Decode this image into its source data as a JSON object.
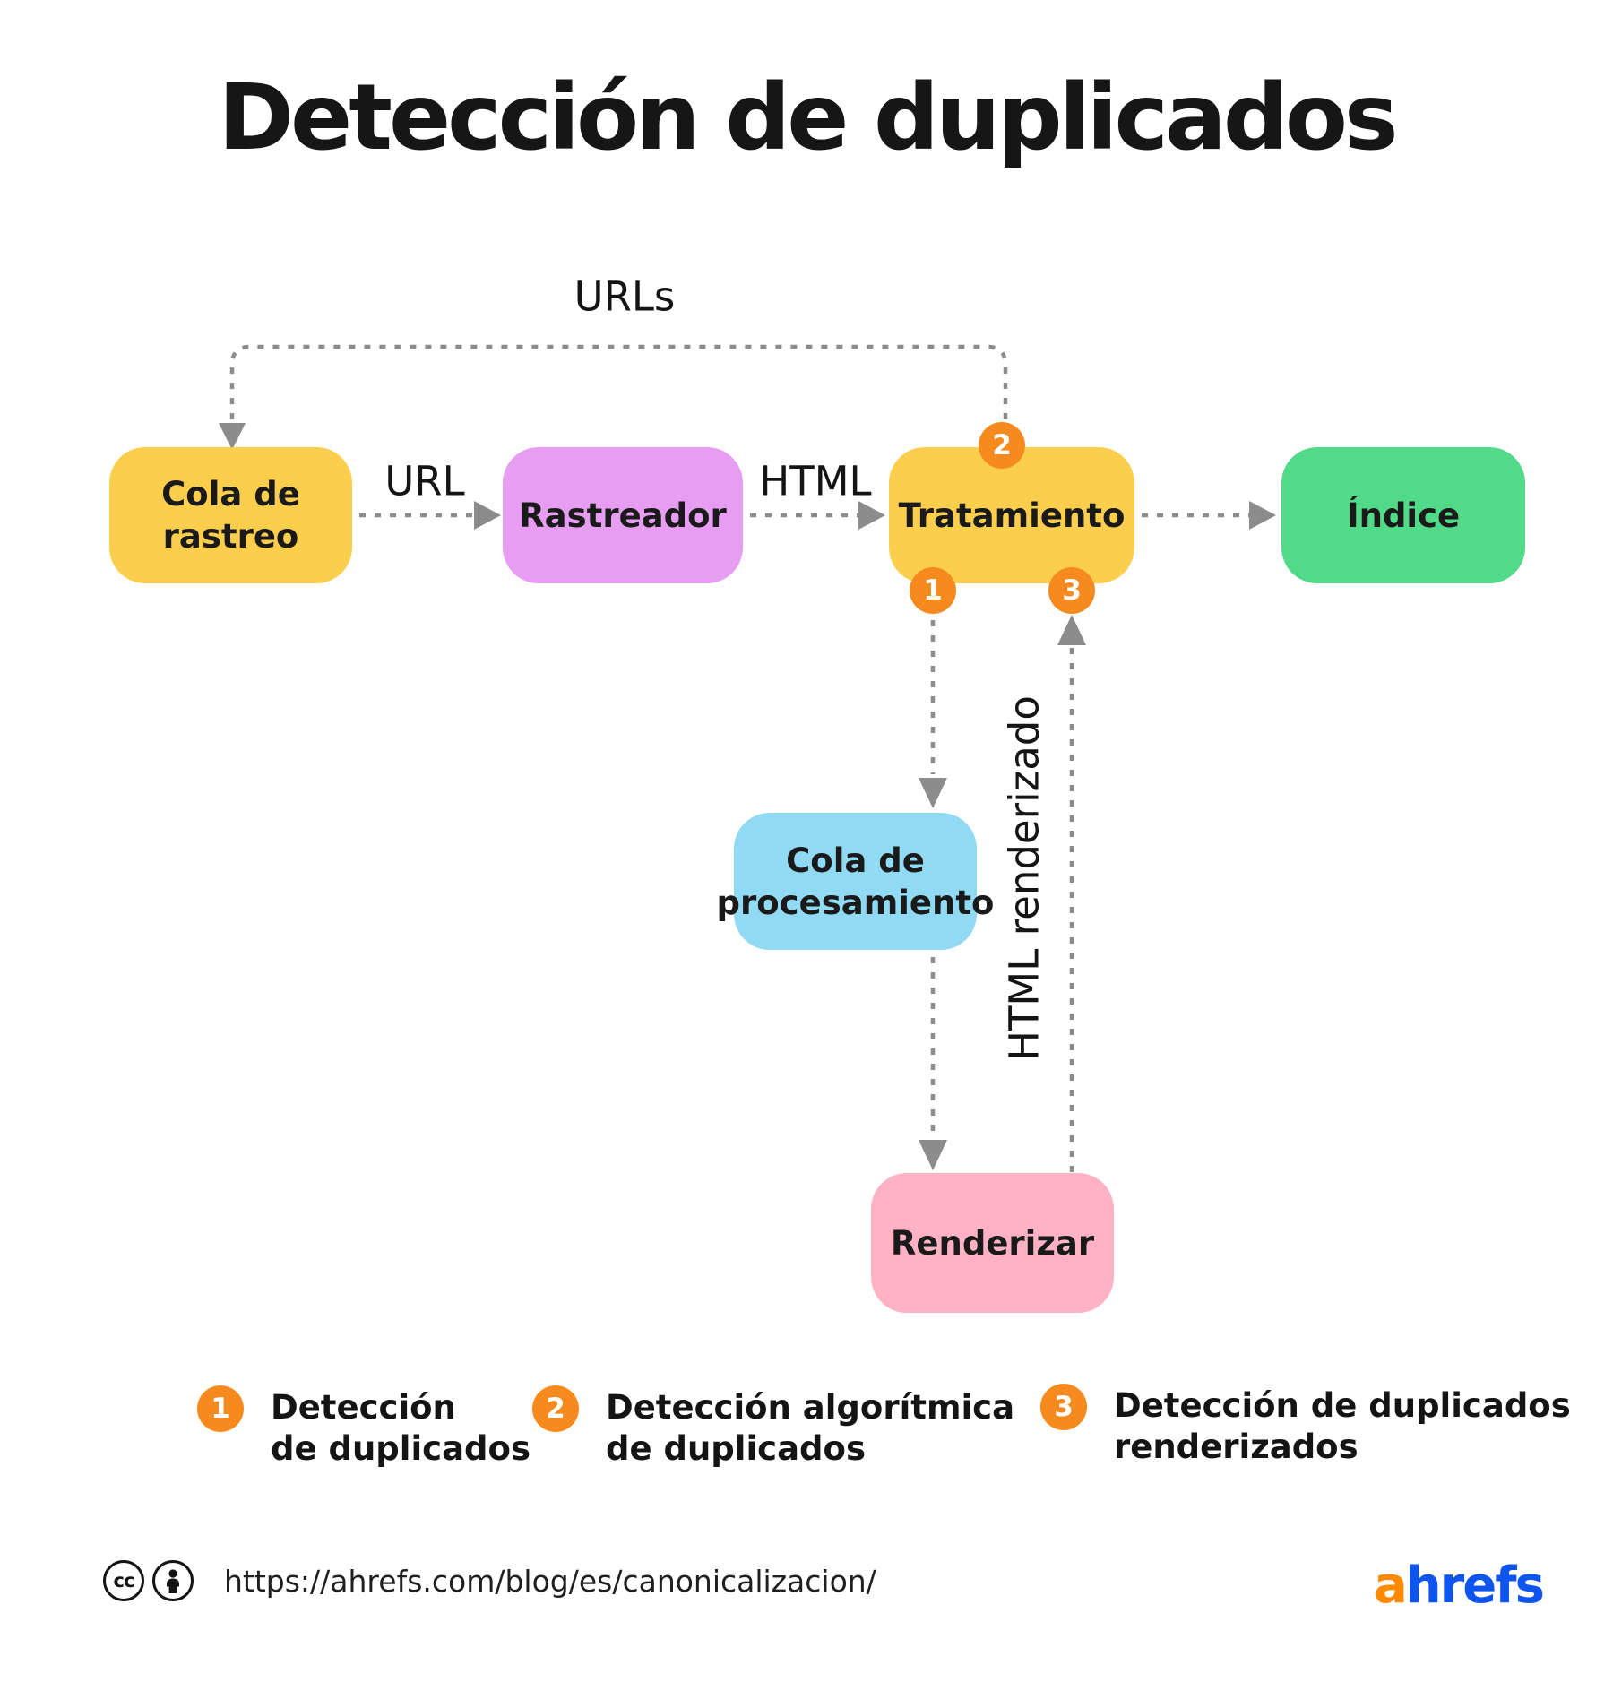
{
  "title": "Detección de duplicados",
  "colors": {
    "yellow": "#FCCE4D",
    "purple": "#E79DF2",
    "green": "#51DB89",
    "blue": "#90DAF3",
    "pink": "#FFB2C3",
    "badge-orange": "#F78A1E",
    "arrow-gray": "#8C8C8C",
    "text-dark": "#141414",
    "logo-orange": "#FF8A00",
    "logo-blue": "#0E55EF"
  },
  "edge_labels": {
    "urls": "URLs",
    "url": "URL",
    "html": "HTML",
    "html_renderizado": "HTML renderizado"
  },
  "nodes": {
    "cola_rastreo": {
      "lines": [
        "Cola de",
        "rastreo"
      ]
    },
    "rastreador": {
      "label": "Rastreador"
    },
    "tratamiento": {
      "label": "Tratamiento"
    },
    "indice": {
      "label": "Índice"
    },
    "cola_procesamiento": {
      "lines": [
        "Cola de",
        "procesamiento"
      ]
    },
    "renderizar": {
      "label": "Renderizar"
    }
  },
  "badges": {
    "b1": "1",
    "b2": "2",
    "b3": "3"
  },
  "legend": {
    "item1": {
      "num": "1",
      "line1": "Detección",
      "line2": "de duplicados"
    },
    "item2": {
      "num": "2",
      "line1": "Detección algorítmica",
      "line2": "de duplicados"
    },
    "item3": {
      "num": "3",
      "line1": "Detección de duplicados",
      "line2": "renderizados"
    }
  },
  "footer": {
    "cc": "cc",
    "url": "https://ahrefs.com/blog/es/canonicalizacion/",
    "logo_a": "a",
    "logo_rest": "hrefs"
  }
}
